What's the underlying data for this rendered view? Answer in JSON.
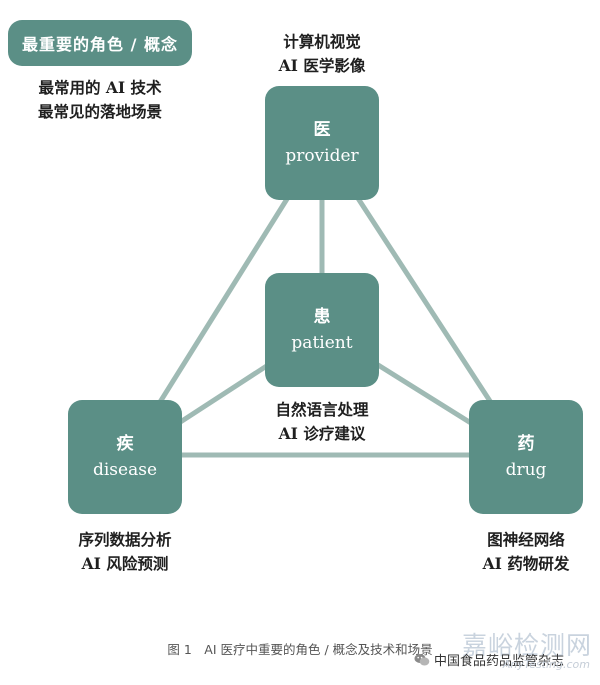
{
  "legend": {
    "title": "最重要的角色 / 概念",
    "line1": "最常用的 AI 技术",
    "line2": "最常见的落地场景"
  },
  "nodes": {
    "provider": {
      "zh": "医",
      "en": "provider",
      "tech": "计算机视觉",
      "scene": "AI 医学影像"
    },
    "patient": {
      "zh": "患",
      "en": "patient",
      "tech": "自然语言处理",
      "scene": "AI 诊疗建议"
    },
    "disease": {
      "zh": "疾",
      "en": "disease",
      "tech": "序列数据分析",
      "scene": "AI 风险预测"
    },
    "drug": {
      "zh": "药",
      "en": "drug",
      "tech": "图神经网络",
      "scene": "AI 药物研发"
    }
  },
  "caption": "图 1　AI 医疗中重要的角色 / 概念及技术和场景",
  "watermark": {
    "big": "嘉峪检测网",
    "small": "中国食品药品监管杂志",
    "url": "AnyTesting.com"
  },
  "colors": {
    "node_fill": "#5b8f86",
    "link": "#9fbab4"
  }
}
